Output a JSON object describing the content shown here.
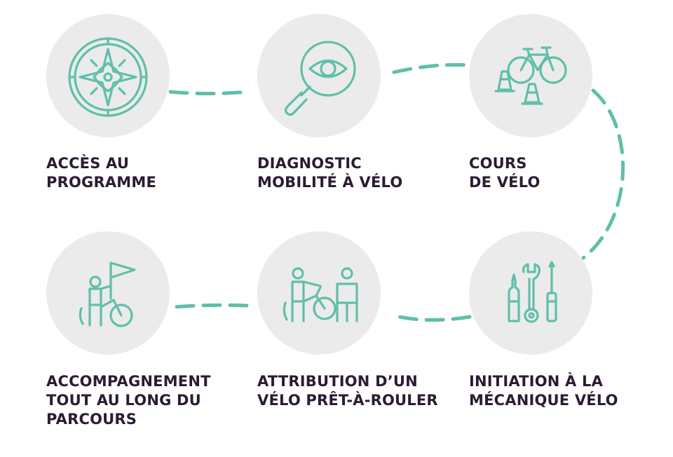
{
  "colors": {
    "accent": "#5fbfa9",
    "circle": "#ebebeb",
    "text": "#2b1b33"
  },
  "steps": [
    {
      "icon": "compass-icon",
      "lines": [
        "ACCÈS AU",
        "PROGRAMME"
      ]
    },
    {
      "icon": "magnifier-eye-icon",
      "lines": [
        "DIAGNOSTIC",
        "MOBILITÉ À VÉLO"
      ]
    },
    {
      "icon": "bicycle-cones-icon",
      "lines": [
        "COURS",
        "DE VÉLO"
      ]
    },
    {
      "icon": "cyclist-flag-icon",
      "lines": [
        "ACCOMPAGNEMENT",
        "TOUT AU LONG DU",
        "PARCOURS"
      ]
    },
    {
      "icon": "bike-handover-icon",
      "lines": [
        "ATTRIBUTION D’UN",
        "VÉLO PRÊT-À-ROULER"
      ]
    },
    {
      "icon": "tools-icon",
      "lines": [
        "INITIATION À LA",
        "MÉCANIQUE VÉLO"
      ]
    }
  ]
}
